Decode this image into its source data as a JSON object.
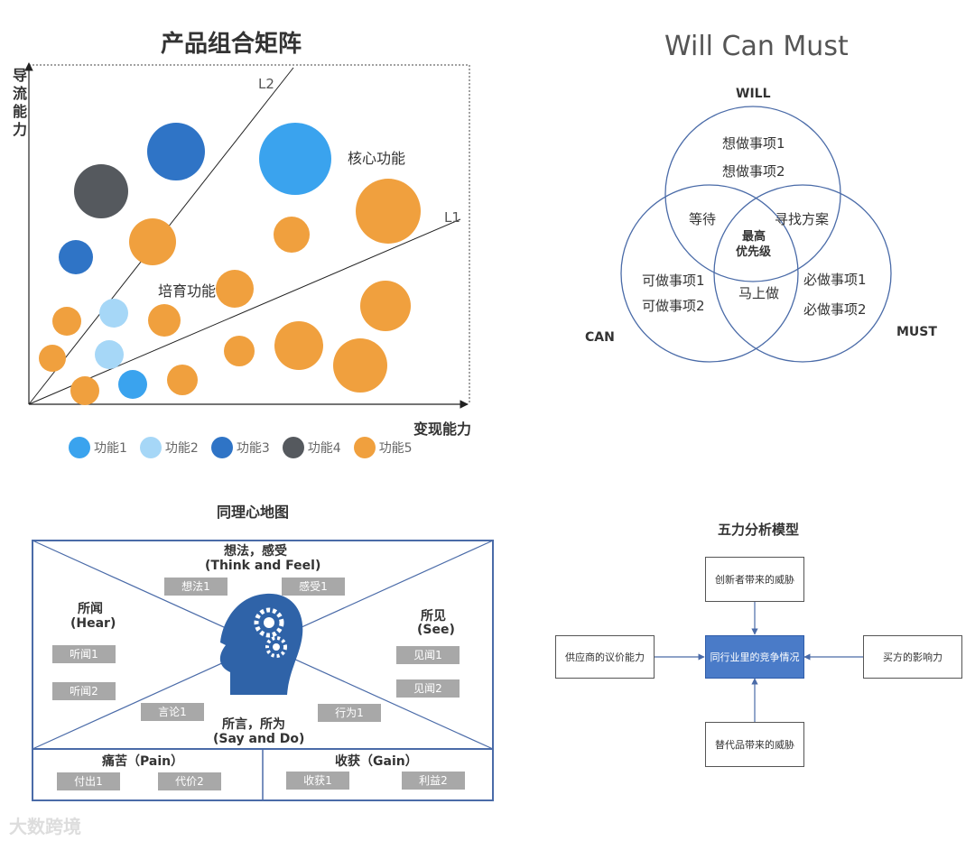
{
  "matrix": {
    "title": "产品组合矩阵",
    "y_axis": "导流能力",
    "x_axis": "变现能力",
    "line_labels": [
      "L2",
      "L1"
    ],
    "region_labels": [
      "核心功能",
      "培育功能"
    ],
    "legend": [
      "功能1",
      "功能2",
      "功能3",
      "功能4",
      "功能5"
    ],
    "colors": {
      "f1": "#3aa3ee",
      "f2": "#a6d7f7",
      "f3": "#2f74c6",
      "f4": "#55595e",
      "f5": "#f0a03e"
    }
  },
  "venn": {
    "title": "Will Can Must",
    "will": "WILL",
    "can": "CAN",
    "must": "MUST",
    "will_items": [
      "想做事项1",
      "想做事项2"
    ],
    "can_items": [
      "可做事项1",
      "可做事项2"
    ],
    "must_items": [
      "必做事项1",
      "必做事项2"
    ],
    "will_can": "等待",
    "will_must": "寻找方案",
    "can_must": "马上做",
    "center": [
      "最高",
      "优先级"
    ]
  },
  "empathy": {
    "title": "同理心地图",
    "top": [
      "想法，感受",
      "(Think and Feel)"
    ],
    "left": [
      "所闻",
      "(Hear)"
    ],
    "right": [
      "所见",
      "(See)"
    ],
    "bottom": [
      "所言，所为",
      "(Say and Do)"
    ],
    "tags_top": [
      "想法1",
      "感受1"
    ],
    "tags_left": [
      "听闻1",
      "听闻2"
    ],
    "tags_right": [
      "见闻1",
      "见闻2"
    ],
    "tags_bottom": [
      "言论1",
      "行为1"
    ],
    "pain": "痛苦（Pain）",
    "gain": "收获（Gain）",
    "pain_tags": [
      "付出1",
      "代价2"
    ],
    "gain_tags": [
      "收获1",
      "利益2"
    ]
  },
  "five_forces": {
    "title": "五力分析模型",
    "top": "创新者带来的威胁",
    "left": "供应商的议价能力",
    "center": "同行业里的竞争情况",
    "right": "买方的影响力",
    "bottom": "替代品带来的威胁"
  },
  "watermark": "大数跨境"
}
